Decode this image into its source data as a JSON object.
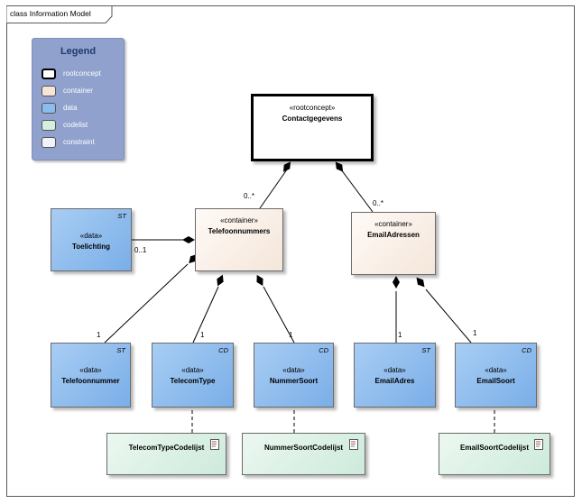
{
  "frame": {
    "label": "class Information Model"
  },
  "legend": {
    "title": "Legend",
    "items": [
      {
        "label": "rootconcept",
        "color": "#ffffff"
      },
      {
        "label": "container",
        "color": "#f6e6da"
      },
      {
        "label": "data",
        "color": "#8bbcee"
      },
      {
        "label": "codelist",
        "color": "#d5eedf"
      },
      {
        "label": "constraint",
        "color": "#f2f2fa"
      }
    ]
  },
  "classes": {
    "contactgegevens": {
      "stereotype": "«rootconcept»",
      "name": "Contactgegevens"
    },
    "telefoonnummers": {
      "stereotype": "«container»",
      "name": "Telefoonnummers"
    },
    "emailadressen": {
      "stereotype": "«container»",
      "name": "EmailAdressen"
    },
    "toelichting": {
      "stereotype": "«data»",
      "name": "Toelichting",
      "tag": "ST"
    },
    "telefoonnummer": {
      "stereotype": "«data»",
      "name": "Telefoonnummer",
      "tag": "ST"
    },
    "telecomtype": {
      "stereotype": "«data»",
      "name": "TelecomType",
      "tag": "CD"
    },
    "nummersoort": {
      "stereotype": "«data»",
      "name": "NummerSoort",
      "tag": "CD"
    },
    "emailadres": {
      "stereotype": "«data»",
      "name": "EmailAdres",
      "tag": "ST"
    },
    "emailsoort": {
      "stereotype": "«data»",
      "name": "EmailSoort",
      "tag": "CD"
    }
  },
  "codelists": {
    "telecomtype": {
      "name": "TelecomTypeCodelijst"
    },
    "nummersoort": {
      "name": "NummerSoortCodelijst"
    },
    "emailsoort": {
      "name": "EmailSoortCodelijst"
    }
  },
  "multiplicities": {
    "telefoonnummers": "0..*",
    "emailadressen": "0..*",
    "toelichting": "0..1",
    "telefoonnummer": "1",
    "telecomtype": "1",
    "nummersoort": "1",
    "emailadres": "1",
    "emailsoort": "1"
  }
}
